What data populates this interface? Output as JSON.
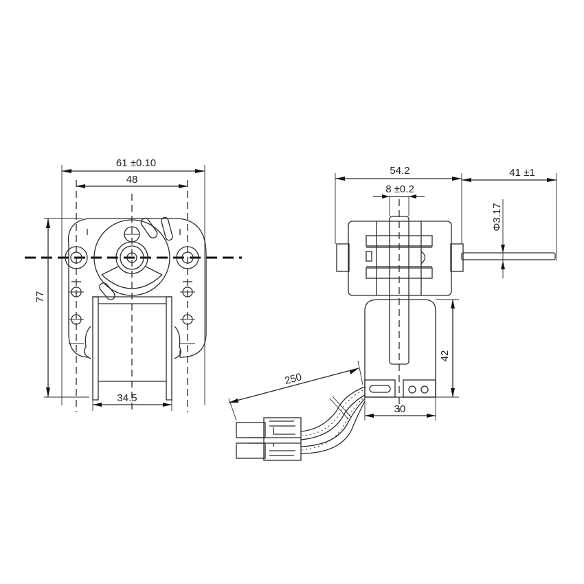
{
  "drawing": {
    "title": "Shaded pole motor dimensional drawing",
    "colors": {
      "line": "#2a2a2a",
      "background": "#ffffff",
      "text": "#222222"
    },
    "front_view": {
      "dimensions": {
        "overall_width": "61 ±0.10",
        "hole_spacing": "48",
        "overall_height": "77",
        "coil_width": "34.5"
      }
    },
    "side_view": {
      "dimensions": {
        "body_width": "54.2",
        "shaft_boss": "8 ±0.2",
        "shaft_length": "41 ±1",
        "shaft_diameter": "Φ3.17",
        "lower_height": "42",
        "base_width": "30",
        "lead_length": "250"
      }
    }
  }
}
